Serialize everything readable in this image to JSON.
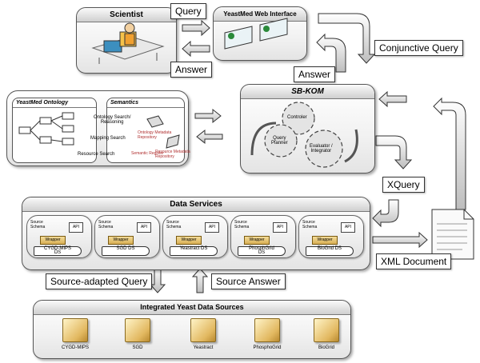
{
  "scientist": {
    "title": "Scientist"
  },
  "web_interface": {
    "title": "YeastMed Web Interface"
  },
  "labels": {
    "query": "Query",
    "answer_left": "Answer",
    "answer_right": "Answer",
    "conjunctive_query": "Conjunctive Query",
    "xquery": "XQuery",
    "xml_document": "XML Document",
    "source_adapted_query": "Source-adapted Query",
    "source_answer": "Source Answer"
  },
  "ontology": {
    "title": "YeastMed Ontology",
    "semantics_title": "Semantics",
    "ontology_search": "Ontology Search/\nReasoning",
    "mapping_search": "Mapping Search",
    "resource_search": "Resource Search",
    "ontology_metadata_repo": "Ontology Metadata\nRepository",
    "semantic_register": "Semantic Register",
    "resource_metadata_repo": "Resource Metadata\nRepository"
  },
  "sbkom": {
    "title": "SB-KOM",
    "controller": "Controler",
    "query_planner": "Query\nPlanner",
    "evaluator_integrator": "Evaluator /\nIntegrator"
  },
  "data_services": {
    "title": "Data Services",
    "source_schema": "Source\nSchema",
    "api": "API",
    "wrapper": "Wrapper",
    "services": [
      "CYGD-MIPS\nDS",
      "SGD DS",
      "Yeastract DS",
      "PhosphGrid\nDS",
      "BioGnd DS"
    ]
  },
  "sources": {
    "title": "Integrated Yeast Data Sources",
    "items": [
      "CYGD-MIPS",
      "SGD",
      "Yeastract",
      "PhosphoGrid",
      "BioGrid"
    ]
  }
}
